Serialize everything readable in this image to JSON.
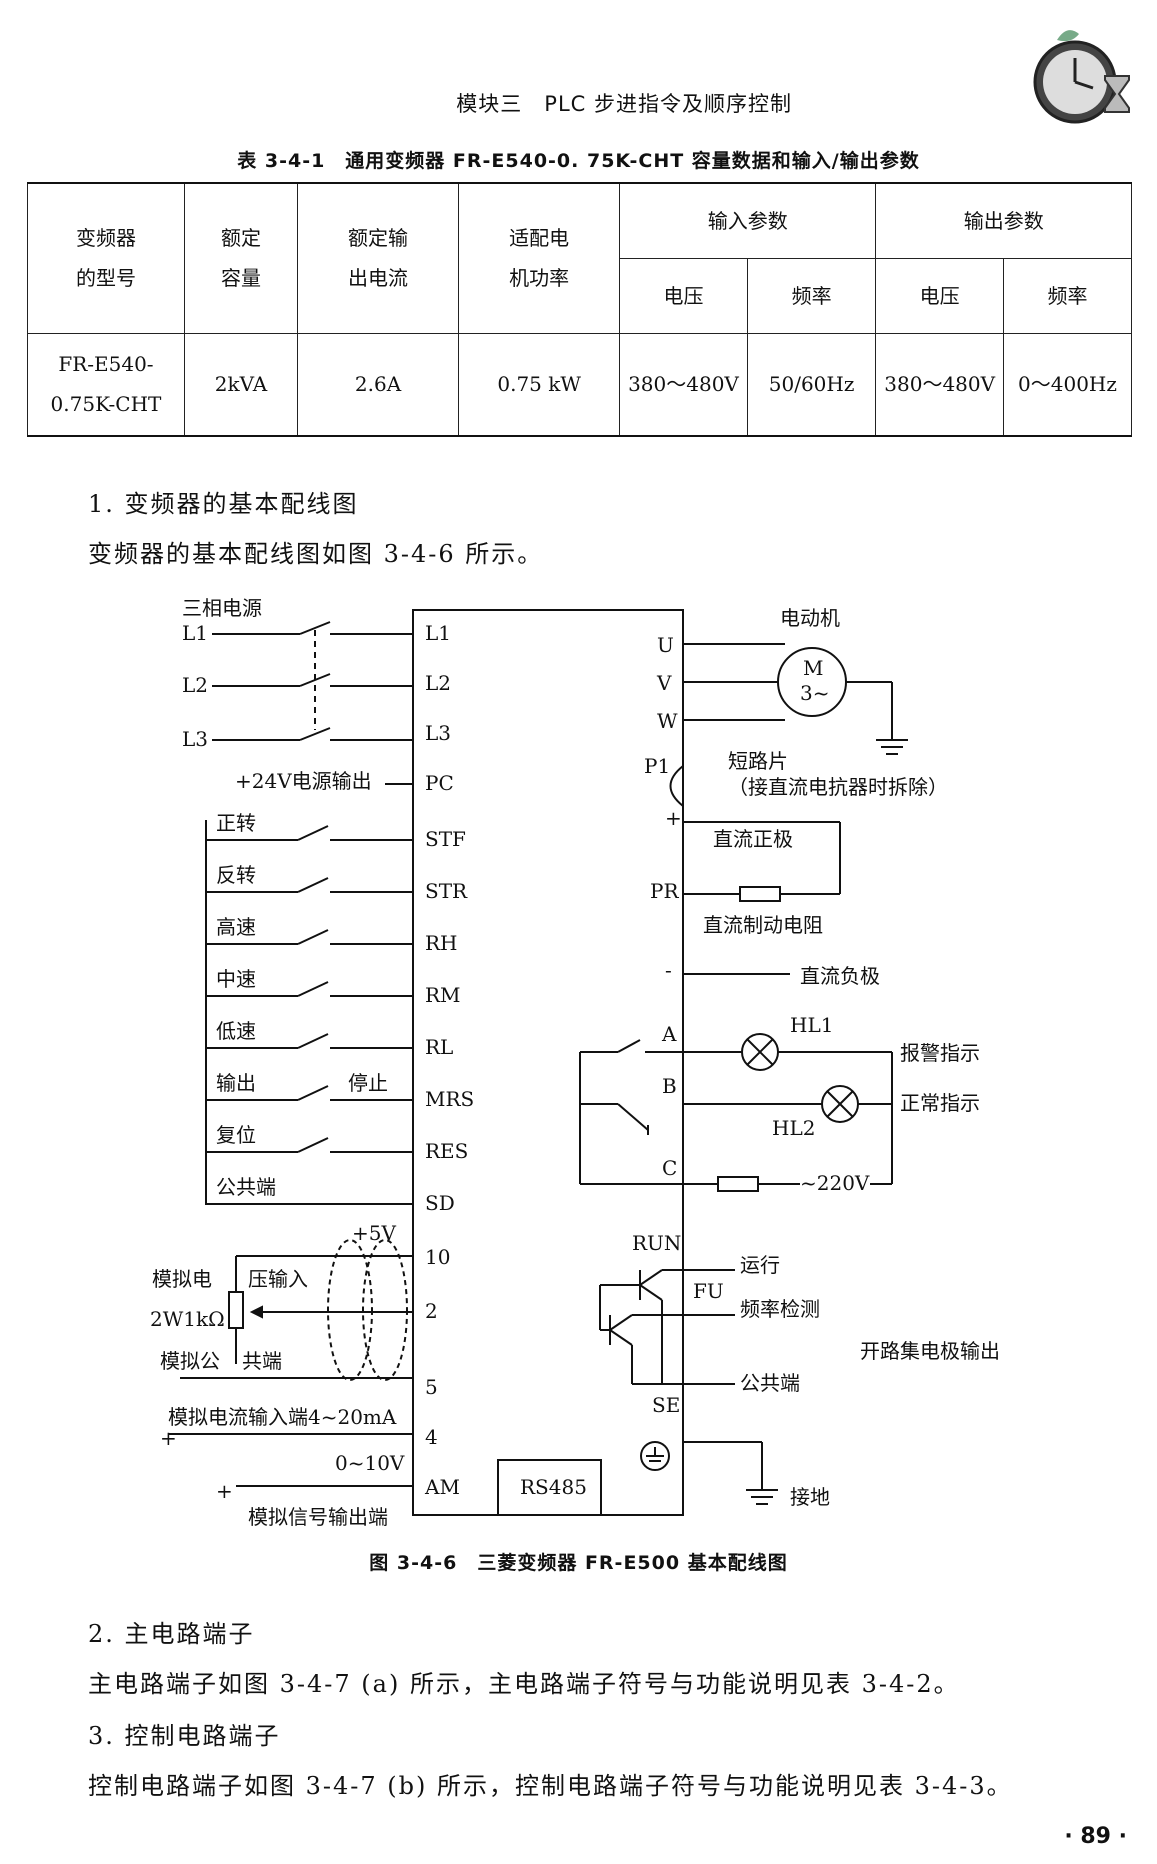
{
  "header": {
    "title": "模块三　PLC 步进指令及顺序控制"
  },
  "table": {
    "caption": "表 3-4-1　通用变频器 FR-E540-0. 75K-CHT 容量数据和输入/输出参数",
    "h_model": "变频器\n的型号",
    "h_capacity": "额定\n容量",
    "h_current": "额定输\n出电流",
    "h_motor": "适配电\n机功率",
    "h_input": "输入参数",
    "h_output": "输出参数",
    "h_in_voltage": "电压",
    "h_in_freq": "频率",
    "h_out_voltage": "电压",
    "h_out_freq": "频率",
    "model": "FR-E540-\n0.75K-CHT",
    "capacity": "2kVA",
    "current": "2.6A",
    "motor": "0.75 kW",
    "in_voltage": "380～480V",
    "in_freq": "50/60Hz",
    "out_voltage": "380～480V",
    "out_freq": "0～400Hz"
  },
  "section1": {
    "heading": "1. 变频器的基本配线图",
    "text": "变频器的基本配线图如图 3-4-6 所示。"
  },
  "figure": {
    "caption": "图 3-4-6　三菱变频器 FR-E500 基本配线图",
    "labels": {
      "power_source": "三相电源",
      "l1": "L1",
      "l2": "L2",
      "l3": "L3",
      "t_l1": "L1",
      "t_l2": "L2",
      "t_l3": "L3",
      "pc_out": "+24V电源输出",
      "t_pc": "PC",
      "fwd": "正转",
      "t_stf": "STF",
      "rev": "反转",
      "t_str": "STR",
      "high": "高速",
      "t_rh": "RH",
      "mid": "中速",
      "t_rm": "RM",
      "low": "低速",
      "t_rl": "RL",
      "out": "输出",
      "stop": "停止",
      "t_mrs": "MRS",
      "reset": "复位",
      "t_res": "RES",
      "common": "公共端",
      "t_sd": "SD",
      "p5v": "+5V",
      "t_10": "10",
      "analog_v1": "模拟电",
      "analog_v2": "压输入",
      "pot": "2W1kΩ",
      "t_2": "2",
      "analog_c1": "模拟公",
      "analog_c2": "共端",
      "t_5": "5",
      "i_in": "模拟电流输入端4~20mA",
      "t_4": "4",
      "v_range": "0~10V",
      "t_am": "AM",
      "sig_out": "模拟信号输出端",
      "rs485": "RS485",
      "t_u": "U",
      "t_v": "V",
      "t_w": "W",
      "motor": "电动机",
      "m": "M",
      "m3": "3~",
      "t_p1": "P1",
      "jumper": "短路片",
      "jumper_note": "（接直流电抗器时拆除）",
      "plus": "+",
      "dc_pos": "直流正极",
      "t_pr": "PR",
      "brake_r": "直流制动电阻",
      "minus": "-",
      "dc_neg": "直流负极",
      "t_a": "A",
      "hl1": "HL1",
      "alarm": "报警指示",
      "t_b": "B",
      "normal": "正常指示",
      "hl2": "HL2",
      "t_c": "C",
      "ac220": "~220V",
      "t_run": "RUN",
      "running": "运行",
      "t_fu": "FU",
      "freq_det": "频率检测",
      "oc_out": "开路集电极输出",
      "common2": "公共端",
      "t_se": "SE",
      "ground": "接地",
      "plus_i": "+",
      "plus_am": "+"
    }
  },
  "section2": {
    "heading": "2. 主电路端子",
    "text": "主电路端子如图 3-4-7 (a) 所示，主电路端子符号与功能说明见表 3-4-2。"
  },
  "section3": {
    "heading": "3. 控制电路端子",
    "text": "控制电路端子如图 3-4-7 (b) 所示，控制电路端子符号与功能说明见表 3-4-3。"
  },
  "page_number": "· 89 ·"
}
